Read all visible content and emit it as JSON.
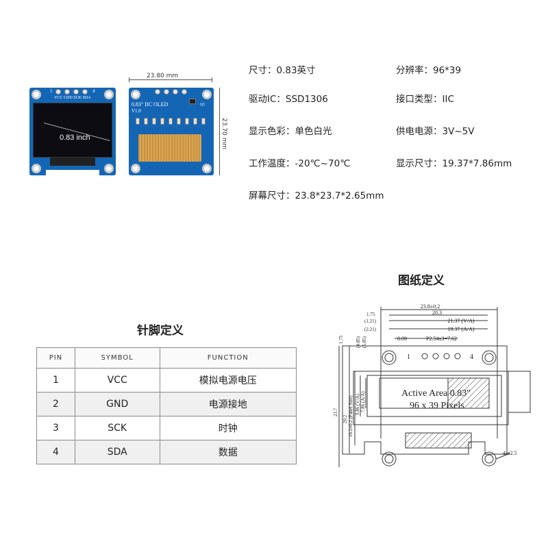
{
  "photo": {
    "dim_width": "23.80 mm",
    "dim_height": "23.70 mm",
    "screen_label": "0.83 inch",
    "pin_labels": "VCC GND SCK SDA",
    "pin_numbers": [
      "1",
      "4"
    ],
    "back_title": "0.83\" IIC OLED",
    "back_version": "V1.0",
    "back_q": "Q1"
  },
  "specs": [
    {
      "label": "尺寸：0.83英寸"
    },
    {
      "label": "分辨率：96*39"
    },
    {
      "label": "驱动IC：SSD1306"
    },
    {
      "label": "接口类型：IIC"
    },
    {
      "label": "显示色彩：单色白光"
    },
    {
      "label": "供电电源：3V~5V"
    },
    {
      "label": "工作温度：-20℃~70℃"
    },
    {
      "label": "显示尺寸：19.37*7.86mm"
    },
    {
      "label": "屏幕尺寸：23.8*23.7*2.65mm"
    }
  ],
  "pin_section": {
    "title": "针脚定义",
    "headers": [
      "PIN",
      "SYMBOL",
      "FUNCTION"
    ],
    "rows": [
      {
        "pin": "1",
        "symbol": "VCC",
        "function": "模拟电源电压"
      },
      {
        "pin": "2",
        "symbol": "GND",
        "function": "电源接地"
      },
      {
        "pin": "3",
        "symbol": "SCK",
        "function": "时钟"
      },
      {
        "pin": "4",
        "symbol": "SDA",
        "function": "数据"
      }
    ]
  },
  "drawing": {
    "title": "图纸定义",
    "dims_top": [
      "23.8±0.2",
      "20.3",
      "21.37 (V/A)",
      "19.37 (A/A)",
      "8.09",
      "P2.54x3=7.62"
    ],
    "dims_left_small": [
      "1.75",
      "(1.21)",
      "(2.21)"
    ],
    "dims_vert": [
      "1.75",
      "(4.85)",
      "(5.85)",
      "23.7",
      "20.2",
      "16.2±0.2 (Panel Size)",
      "9.86 (V/A)",
      "7.86 (A/A)"
    ],
    "active_area_line1": "Active Area 0.83\"",
    "active_area_line2": "96 x 39 Pixels",
    "pin_label_1": "1",
    "pin_label_4": "4",
    "hole_dim": "4-ø2.5"
  }
}
